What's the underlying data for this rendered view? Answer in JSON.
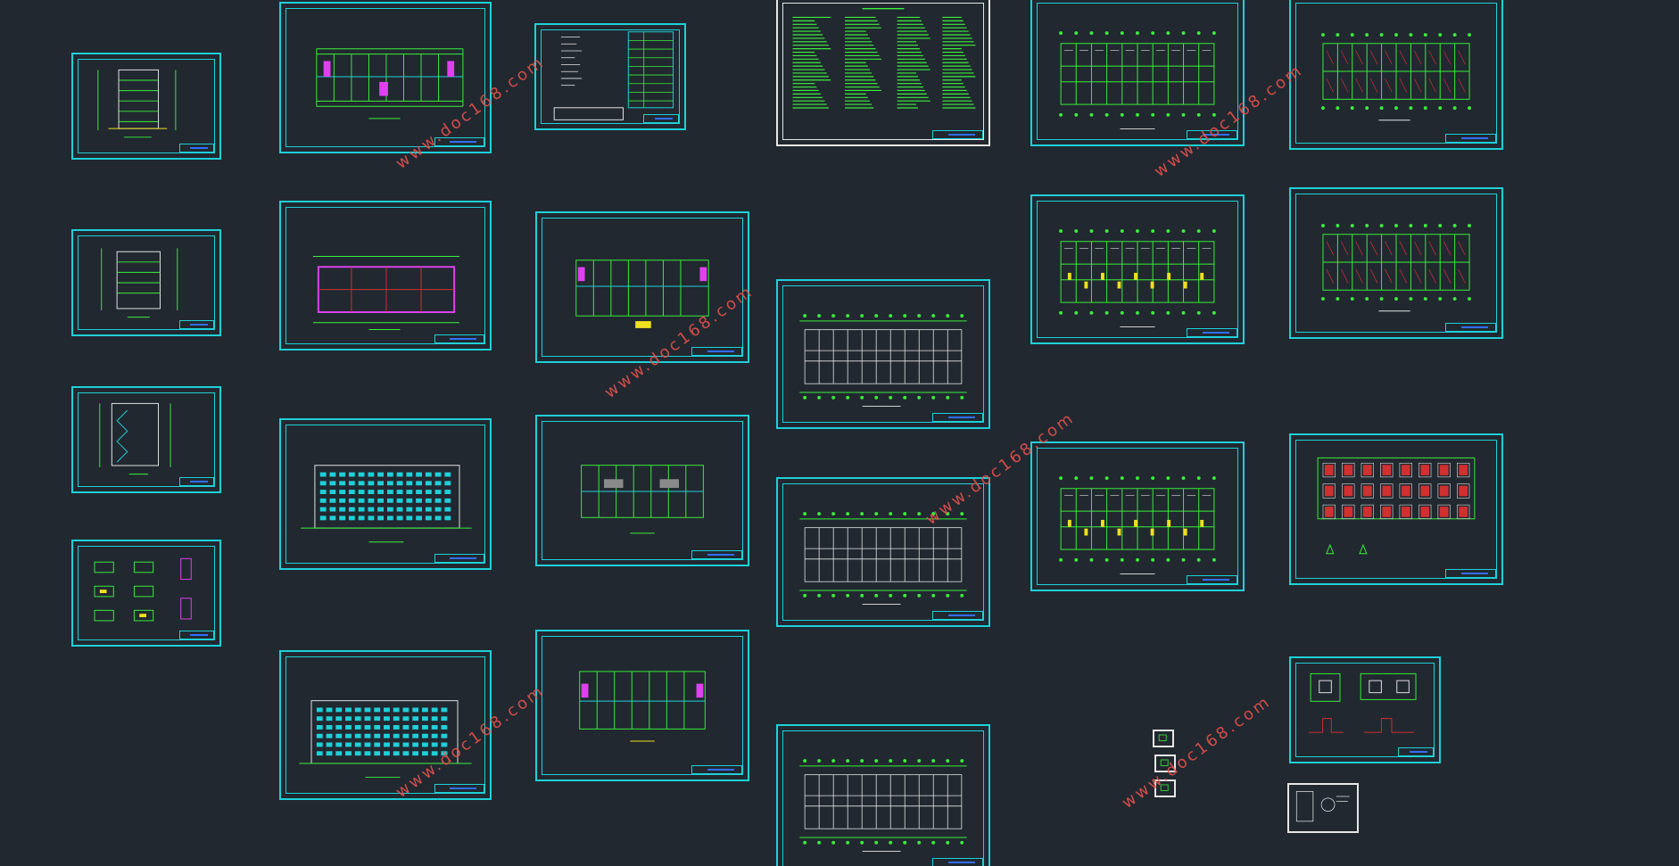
{
  "watermark_text": "www.doc168.com",
  "colors": {
    "background": "#212830",
    "frame": "#1fd0d8",
    "line": "#3bef3b",
    "accent_magenta": "#e040f0",
    "accent_yellow": "#f0e020",
    "accent_red": "#d03030",
    "watermark": "#e6504c"
  },
  "sheets": [
    {
      "id": "elevation-side-1",
      "kind": "side-elevation"
    },
    {
      "id": "elevation-side-2",
      "kind": "side-elevation"
    },
    {
      "id": "section-stair",
      "kind": "section"
    },
    {
      "id": "detail-columns",
      "kind": "details"
    },
    {
      "id": "plan-floor-a",
      "kind": "floor-plan"
    },
    {
      "id": "plan-roof",
      "kind": "roof-plan"
    },
    {
      "id": "elevation-front",
      "kind": "front-elevation"
    },
    {
      "id": "elevation-rear",
      "kind": "front-elevation"
    },
    {
      "id": "schedule-table",
      "kind": "table"
    },
    {
      "id": "plan-ground",
      "kind": "floor-plan"
    },
    {
      "id": "plan-second",
      "kind": "floor-plan"
    },
    {
      "id": "plan-standard",
      "kind": "floor-plan"
    },
    {
      "id": "design-notes",
      "kind": "notes"
    },
    {
      "id": "structural-grid-1",
      "kind": "grid-plan"
    },
    {
      "id": "structural-grid-2",
      "kind": "grid-plan"
    },
    {
      "id": "structural-grid-3",
      "kind": "grid-plan"
    },
    {
      "id": "beam-layout-1",
      "kind": "beam-plan"
    },
    {
      "id": "beam-layout-2",
      "kind": "beam-plan"
    },
    {
      "id": "beam-layout-3",
      "kind": "beam-plan"
    },
    {
      "id": "slab-rebar-1",
      "kind": "rebar-plan"
    },
    {
      "id": "slab-rebar-2",
      "kind": "rebar-plan"
    },
    {
      "id": "foundation-plan",
      "kind": "foundation"
    },
    {
      "id": "foundation-detail",
      "kind": "foundation-detail"
    },
    {
      "id": "small-detail-1",
      "kind": "mini"
    },
    {
      "id": "small-detail-2",
      "kind": "mini"
    },
    {
      "id": "small-detail-3",
      "kind": "mini"
    },
    {
      "id": "white-detail",
      "kind": "white-detail"
    }
  ]
}
